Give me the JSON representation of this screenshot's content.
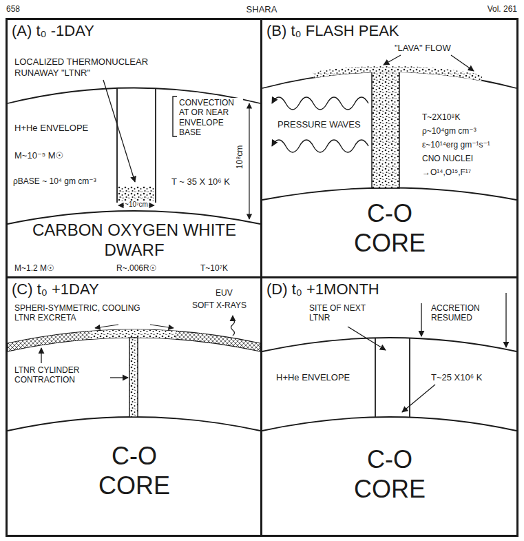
{
  "diagram": {
    "nodes": [
      {
        "text": [
          "(A) t₀ -1DAY"
        ]
      },
      {
        "text": [
          "(B) t₀ FLASH PEAK"
        ]
      },
      {
        "text": [
          "(C) t₀ +1DAY"
        ]
      },
      {
        "text": [
          "(D) t₀ +1MONTH"
        ]
      }
    ],
    "labels": [
      "658",
      "SHARA",
      "Vol. 261",
      "LOCALIZED THERMONUCLEAR RUNAWAY \"LTNR\"",
      "CONVECTION AT OR NEAR ENVELOPE BASE",
      "H+He ENVELOPE",
      "M~10⁻⁵ M☉",
      "ρBASE ~ 10⁴ gm cm⁻³",
      "T ~ 35 X 10⁶ K",
      "~10⁷cm",
      "10⁸cm",
      "CARBON OXYGEN WHITE DWARF",
      "M~1.2 M☉",
      "R~.006R☉",
      "T~10⁷K",
      "\"LAVA\" FLOW",
      "PRESSURE WAVES",
      "T~2X10⁸K",
      "ρ~10⁴gm cm⁻³",
      "ε~10¹⁴erg gm⁻¹s⁻¹",
      "CNO NUCLEI",
      "→O¹⁴,O¹⁵,F¹⁷",
      "C-O CORE",
      "SPHERI-SYMMETRIC, COOLING LTNR EXCRETA",
      "EUV",
      "SOFT X-RAYS",
      "LTNR CYLINDER CONTRACTION",
      "C-O CORE",
      "SITE OF NEXT LTNR",
      "ACCRETION RESUMED",
      "H+He ENVELOPE",
      "T~25 X10⁶ K",
      "C-O CORE"
    ]
  }
}
